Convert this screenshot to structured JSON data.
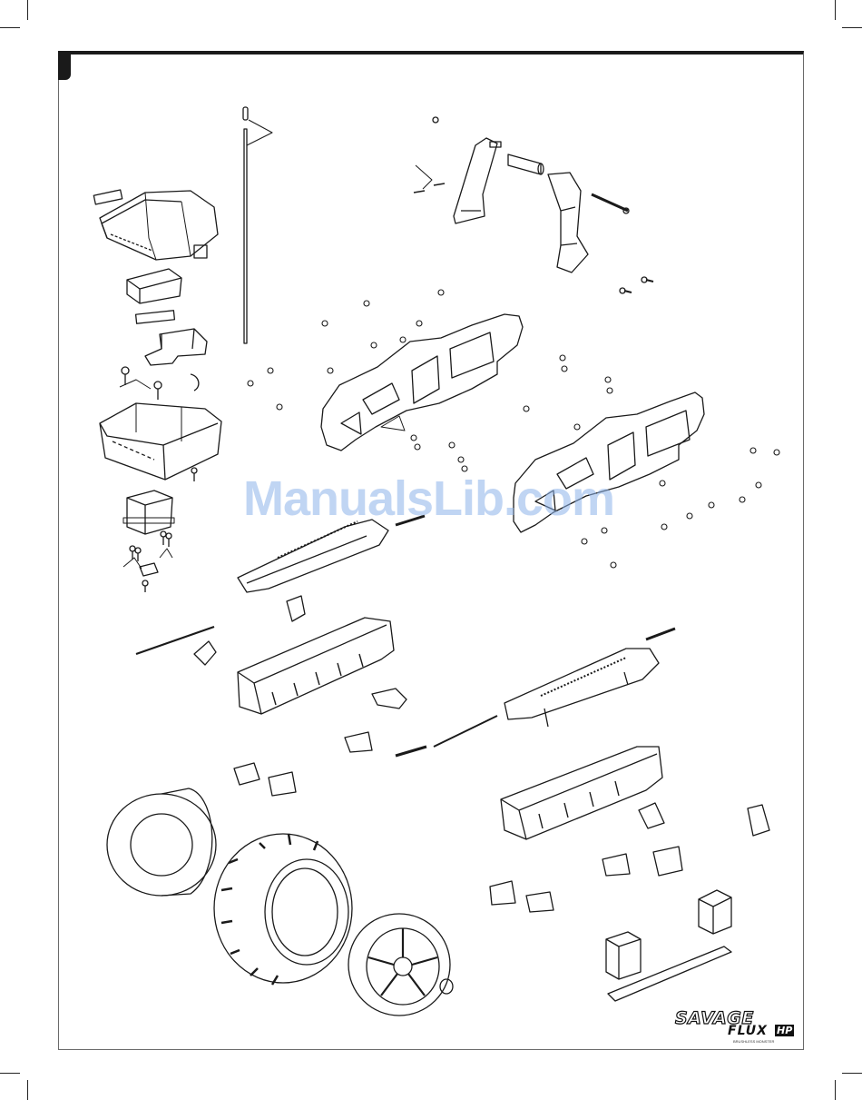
{
  "watermark": {
    "text": "ManualsLib.com"
  },
  "logo": {
    "line1": "SAVAGE",
    "line2": "FLUX",
    "badge": "HP",
    "tagline": "BRUSHLESS MONSTER"
  },
  "colors": {
    "line_art": "#1a1a1a",
    "watermark": "#8db3ea",
    "frame": "#6a6a6a"
  }
}
